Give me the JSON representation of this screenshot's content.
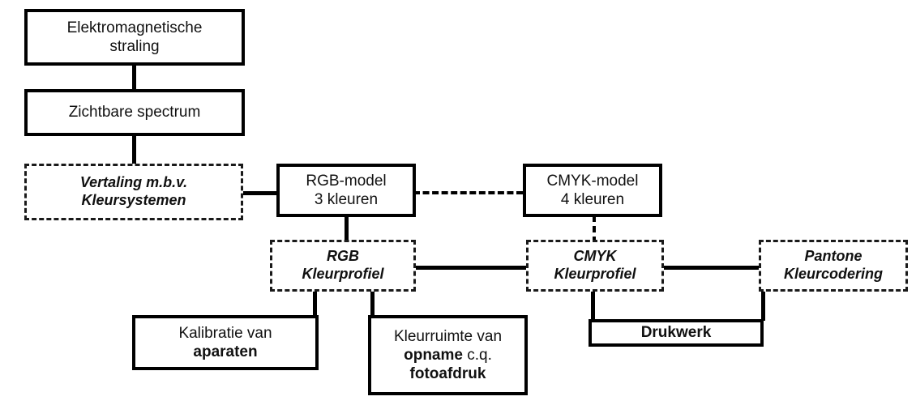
{
  "diagram": {
    "title": "Kleursystemen en kleurprofielen schema",
    "language": "nl",
    "colors": {
      "line": "#000000",
      "background": "#ffffff",
      "text": "#111111"
    },
    "nodes": [
      {
        "id": "elektromagnetische-straling",
        "lines": [
          "Elektromagnetische",
          "straling"
        ],
        "style": "solid",
        "weight": "regular"
      },
      {
        "id": "zichtbare-spectrum",
        "lines": [
          "Zichtbare spectrum"
        ],
        "style": "solid",
        "weight": "regular"
      },
      {
        "id": "vertaling-kleursystemen",
        "lines": [
          "Vertaling m.b.v.",
          "Kleursystemen"
        ],
        "style": "dashed",
        "weight": "italic-bold"
      },
      {
        "id": "rgb-model",
        "lines": [
          "RGB-model",
          "3 kleuren"
        ],
        "style": "solid",
        "weight": "regular"
      },
      {
        "id": "cmyk-model",
        "lines": [
          "CMYK-model",
          "4 kleuren"
        ],
        "style": "solid",
        "weight": "regular"
      },
      {
        "id": "rgb-kleurprofiel",
        "lines": [
          "RGB",
          "Kleurprofiel"
        ],
        "style": "dashed",
        "weight": "italic-bold"
      },
      {
        "id": "cmyk-kleurprofiel",
        "lines": [
          "CMYK",
          "Kleurprofiel"
        ],
        "style": "dashed",
        "weight": "italic-bold"
      },
      {
        "id": "pantone-kleurcodering",
        "lines": [
          "Pantone",
          "Kleurcodering"
        ],
        "style": "dashed",
        "weight": "italic-bold"
      },
      {
        "id": "kalibratie-aparaten",
        "lines": [
          "Kalibratie van",
          "aparaten"
        ],
        "style": "solid",
        "weight": "mixed"
      },
      {
        "id": "kleurruimte-opname",
        "lines": [
          "Kleurruimte van",
          "opname c.q.",
          "fotoafdruk"
        ],
        "style": "solid",
        "weight": "mixed"
      },
      {
        "id": "drukwerk",
        "lines": [
          "Drukwerk"
        ],
        "style": "solid",
        "weight": "bold"
      }
    ],
    "node_text": {
      "elektromagnetische_straling_1": "Elektromagnetische",
      "elektromagnetische_straling_2": "straling",
      "zichtbare_spectrum_1": "Zichtbare spectrum",
      "vertaling_1": "Vertaling m.b.v.",
      "vertaling_2": "Kleursystemen",
      "rgb_model_1": "RGB-model",
      "rgb_model_2": "3 kleuren",
      "cmyk_model_1": "CMYK-model",
      "cmyk_model_2": "4 kleuren",
      "rgb_profiel_1": "RGB",
      "rgb_profiel_2": "Kleurprofiel",
      "cmyk_profiel_1": "CMYK",
      "cmyk_profiel_2": "Kleurprofiel",
      "pantone_1": "Pantone",
      "pantone_2": "Kleurcodering",
      "kalibratie_1": "Kalibratie van",
      "kalibratie_2": "aparaten",
      "kleurruimte_1": "Kleurruimte van",
      "kleurruimte_2a": "opname",
      "kleurruimte_2b": " c.q.",
      "kleurruimte_3": "fotoafdruk",
      "drukwerk_1": "Drukwerk"
    },
    "edges": [
      {
        "id": "straling-to-spectrum",
        "from": "elektromagnetische-straling",
        "to": "zichtbare-spectrum",
        "style": "solid",
        "orientation": "vertical"
      },
      {
        "id": "spectrum-to-vertaling",
        "from": "zichtbare-spectrum",
        "to": "vertaling-kleursystemen",
        "style": "solid",
        "orientation": "vertical"
      },
      {
        "id": "vertaling-to-rgb-model",
        "from": "vertaling-kleursystemen",
        "to": "rgb-model",
        "style": "solid",
        "orientation": "horizontal"
      },
      {
        "id": "rgb-model-to-cmyk-model",
        "from": "rgb-model",
        "to": "cmyk-model",
        "style": "dashed",
        "orientation": "horizontal"
      },
      {
        "id": "rgb-model-to-rgb-profiel",
        "from": "rgb-model",
        "to": "rgb-kleurprofiel",
        "style": "solid",
        "orientation": "vertical"
      },
      {
        "id": "cmyk-model-to-cmyk-profiel",
        "from": "cmyk-model",
        "to": "cmyk-kleurprofiel",
        "style": "dashed",
        "orientation": "vertical"
      },
      {
        "id": "rgb-profiel-to-cmyk-profiel",
        "from": "rgb-kleurprofiel",
        "to": "cmyk-kleurprofiel",
        "style": "solid",
        "orientation": "horizontal"
      },
      {
        "id": "cmyk-profiel-to-pantone",
        "from": "cmyk-kleurprofiel",
        "to": "pantone-kleurcodering",
        "style": "solid",
        "orientation": "horizontal"
      },
      {
        "id": "rgb-profiel-to-kalibratie",
        "from": "rgb-kleurprofiel",
        "to": "kalibratie-aparaten",
        "style": "solid",
        "orientation": "vertical"
      },
      {
        "id": "rgb-profiel-to-kleurruimte",
        "from": "rgb-kleurprofiel",
        "to": "kleurruimte-opname",
        "style": "solid",
        "orientation": "vertical"
      },
      {
        "id": "cmyk-profiel-to-drukwerk",
        "from": "cmyk-kleurprofiel",
        "to": "drukwerk",
        "style": "solid",
        "orientation": "vertical"
      },
      {
        "id": "pantone-to-drukwerk",
        "from": "pantone-kleurcodering",
        "to": "drukwerk",
        "style": "solid",
        "orientation": "vertical"
      }
    ]
  }
}
